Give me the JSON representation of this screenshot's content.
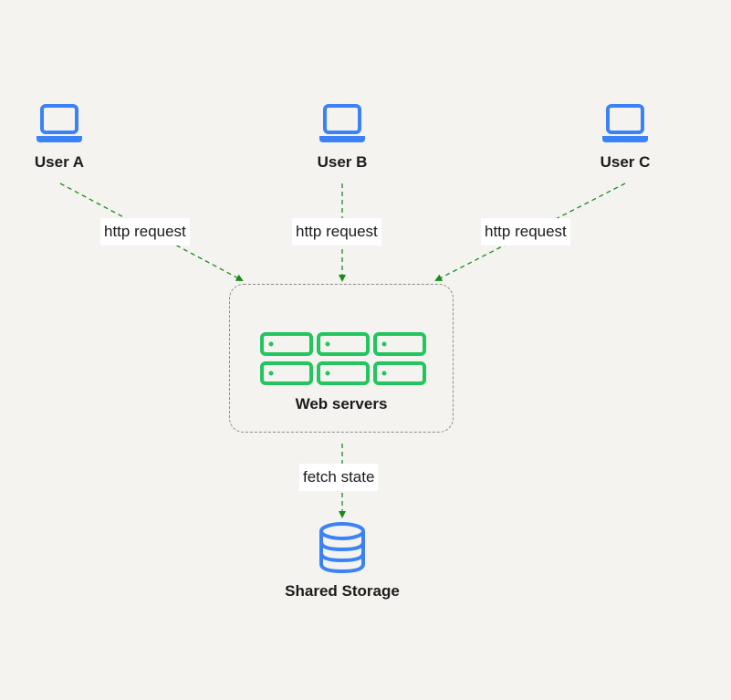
{
  "users": [
    {
      "label": "User A",
      "icon": "laptop-icon"
    },
    {
      "label": "User B",
      "icon": "laptop-icon"
    },
    {
      "label": "User C",
      "icon": "laptop-icon"
    }
  ],
  "edges": {
    "user_a_to_servers": "http request",
    "user_b_to_servers": "http request",
    "user_c_to_servers": "http request",
    "servers_to_storage": "fetch state"
  },
  "servers": {
    "label": "Web servers",
    "icon": "server-rack-icon"
  },
  "storage": {
    "label": "Shared Storage",
    "icon": "database-icon"
  },
  "colors": {
    "background": "#f4f3f0",
    "user_icon": "#3b82f6",
    "server_icon": "#22c55e",
    "storage_icon": "#3b82f6",
    "arrow": "#1a8a1a",
    "group_border": "#8a8a8a"
  }
}
